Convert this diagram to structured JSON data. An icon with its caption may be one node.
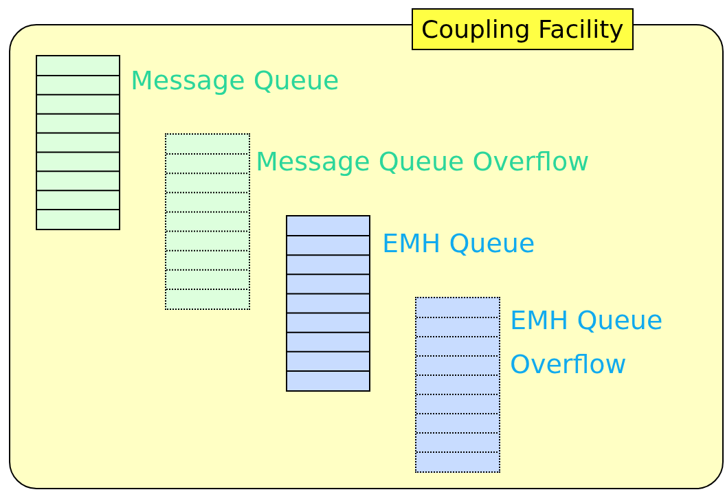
{
  "diagram": {
    "nodes": [
      {
        "text": [
          "Coupling Facility"
        ]
      },
      {
        "text": [],
        "shape": "box",
        "beside": [
          "Message Queue"
        ],
        "in": 0
      },
      {
        "text": [],
        "shape": "box",
        "beside": [
          "Message Queue Overflow"
        ],
        "in": 0
      },
      {
        "text": [],
        "shape": "box",
        "beside": [
          "EMH Queue"
        ],
        "in": 0
      },
      {
        "text": [],
        "shape": "box",
        "beside": [
          "EMH Queue Overflow"
        ],
        "in": 0
      }
    ]
  }
}
